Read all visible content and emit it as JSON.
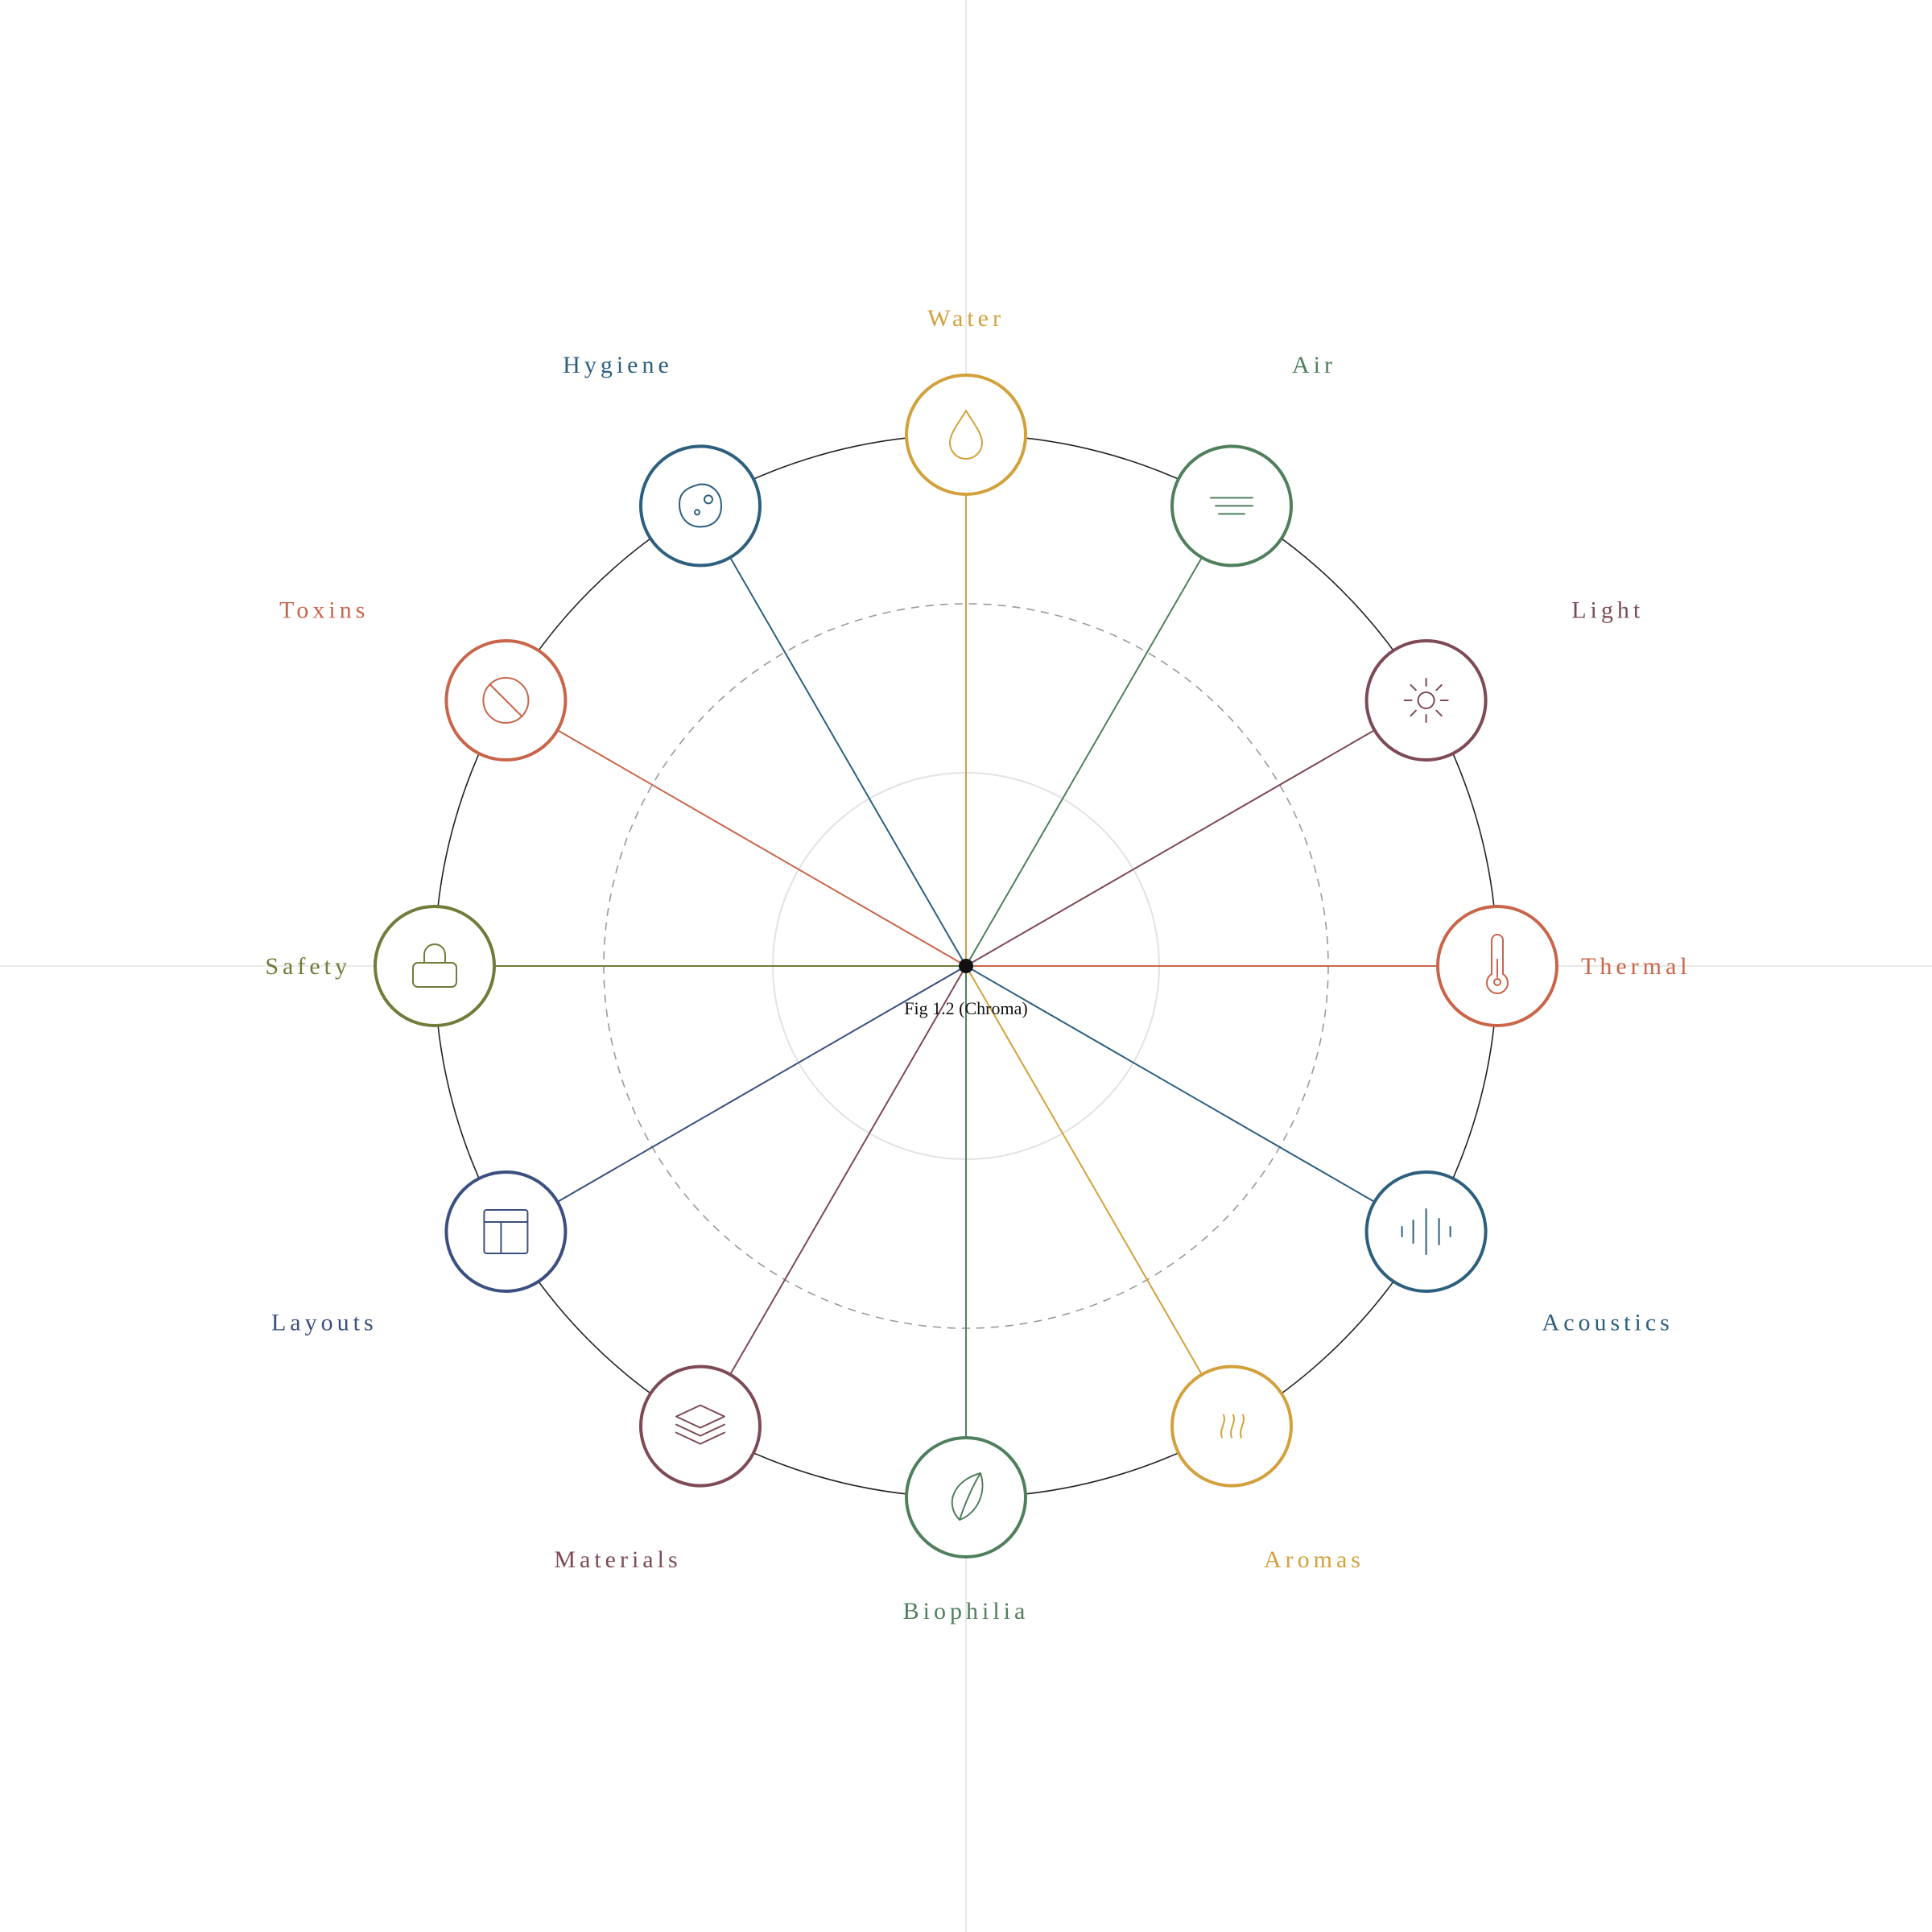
{
  "caption": "Fig 1.2 (Chroma)",
  "colors": {
    "ring": "#222222",
    "axis": "#e9e9e9",
    "dashed_ring": "#9a9a9a",
    "inner_ring": "#e2e2e2",
    "hub": "#111111"
  },
  "nodes": [
    {
      "id": "water",
      "label": "Water",
      "icon": "droplet-icon",
      "color": "#d3a13c"
    },
    {
      "id": "air",
      "label": "Air",
      "icon": "wind-lines-icon",
      "color": "#4f7f5c"
    },
    {
      "id": "light",
      "label": "Light",
      "icon": "sun-icon",
      "color": "#7d4a55"
    },
    {
      "id": "thermal",
      "label": "Thermal",
      "icon": "thermometer-icon",
      "color": "#c9654a"
    },
    {
      "id": "acoustics",
      "label": "Acoustics",
      "icon": "sound-wave-icon",
      "color": "#2d5f7e"
    },
    {
      "id": "aromas",
      "label": "Aromas",
      "icon": "scent-icon",
      "color": "#d3a13c"
    },
    {
      "id": "biophilia",
      "label": "Biophilia",
      "icon": "leaf-icon",
      "color": "#4f7f5c"
    },
    {
      "id": "materials",
      "label": "Materials",
      "icon": "layers-icon",
      "color": "#7d4a55"
    },
    {
      "id": "layouts",
      "label": "Layouts",
      "icon": "layout-icon",
      "color": "#3b4f80"
    },
    {
      "id": "safety",
      "label": "Safety",
      "icon": "lock-icon",
      "color": "#6f7c3a"
    },
    {
      "id": "toxins",
      "label": "Toxins",
      "icon": "prohibited-icon",
      "color": "#c9654a"
    },
    {
      "id": "hygiene",
      "label": "Hygiene",
      "icon": "microbe-icon",
      "color": "#2d5f7e"
    }
  ]
}
